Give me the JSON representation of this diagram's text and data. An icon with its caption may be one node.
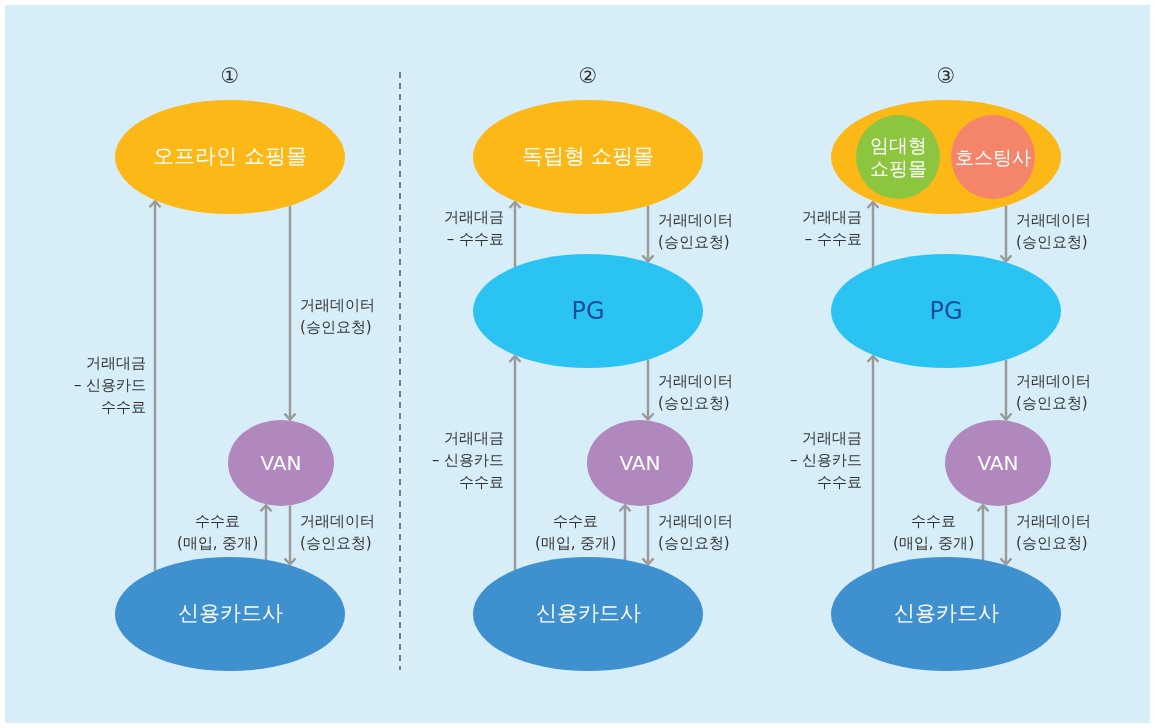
{
  "diagram": {
    "nodes": [
      {
        "text": [
          "오프라인 쇼핑몰"
        ]
      },
      {
        "text": [
          "VAN"
        ]
      },
      {
        "text": [
          "신용카드사"
        ]
      },
      {
        "text": [
          "독립형 쇼핑몰"
        ]
      },
      {
        "text": [
          "PG"
        ]
      },
      {
        "text": [
          "VAN"
        ]
      },
      {
        "text": [
          "신용카드사"
        ]
      },
      {
        "text": [],
        "shape": "ellipse"
      },
      {
        "text": [
          "임대형 쇼핑몰"
        ],
        "in": 7
      },
      {
        "text": [
          "호스팅사"
        ],
        "in": 7
      },
      {
        "text": [
          "PG"
        ]
      },
      {
        "text": [
          "VAN"
        ]
      },
      {
        "text": [
          "신용카드사"
        ]
      }
    ],
    "edges": [
      {
        "from": 2,
        "to": 0,
        "arrow": "to",
        "label": "거래대금 – 신용카드 수수료"
      },
      {
        "from": 0,
        "to": 1,
        "arrow": "to",
        "label": "거래데이터 (승인요청)"
      },
      {
        "from": 2,
        "to": 1,
        "arrow": "to",
        "label": "수수료 (매입, 중개)"
      },
      {
        "from": 1,
        "to": 2,
        "arrow": "to",
        "label": "거래데이터 (승인요청)"
      },
      {
        "from": 4,
        "to": 3,
        "arrow": "to",
        "label": "거래대금 – 수수료"
      },
      {
        "from": 3,
        "to": 4,
        "arrow": "to",
        "label": "거래데이터 (승인요청)"
      },
      {
        "from": 6,
        "to": 4,
        "arrow": "to",
        "label": "거래대금 – 신용카드 수수료"
      },
      {
        "from": 4,
        "to": 5,
        "arrow": "to",
        "label": "거래데이터 (승인요청)"
      },
      {
        "from": 6,
        "to": 5,
        "arrow": "to",
        "label": "수수료 (매입, 중개)"
      },
      {
        "from": 5,
        "to": 6,
        "arrow": "to",
        "label": "거래데이터 (승인요청)"
      },
      {
        "from": 10,
        "to": 7,
        "arrow": "to",
        "label": "거래대금 – 수수료"
      },
      {
        "from": 7,
        "to": 10,
        "arrow": "to",
        "label": "거래데이터 (승인요청)"
      },
      {
        "from": 12,
        "to": 10,
        "arrow": "to",
        "label": "거래대금 – 신용카드 수수료"
      },
      {
        "from": 10,
        "to": 11,
        "arrow": "to",
        "label": "거래데이터 (승인요청)"
      },
      {
        "from": 12,
        "to": 11,
        "arrow": "to",
        "label": "수수료 (매입, 중개)"
      },
      {
        "from": 11,
        "to": 12,
        "arrow": "to",
        "label": "거래데이터 (승인요청)"
      }
    ],
    "labels": [
      "①",
      "②",
      "③"
    ]
  }
}
